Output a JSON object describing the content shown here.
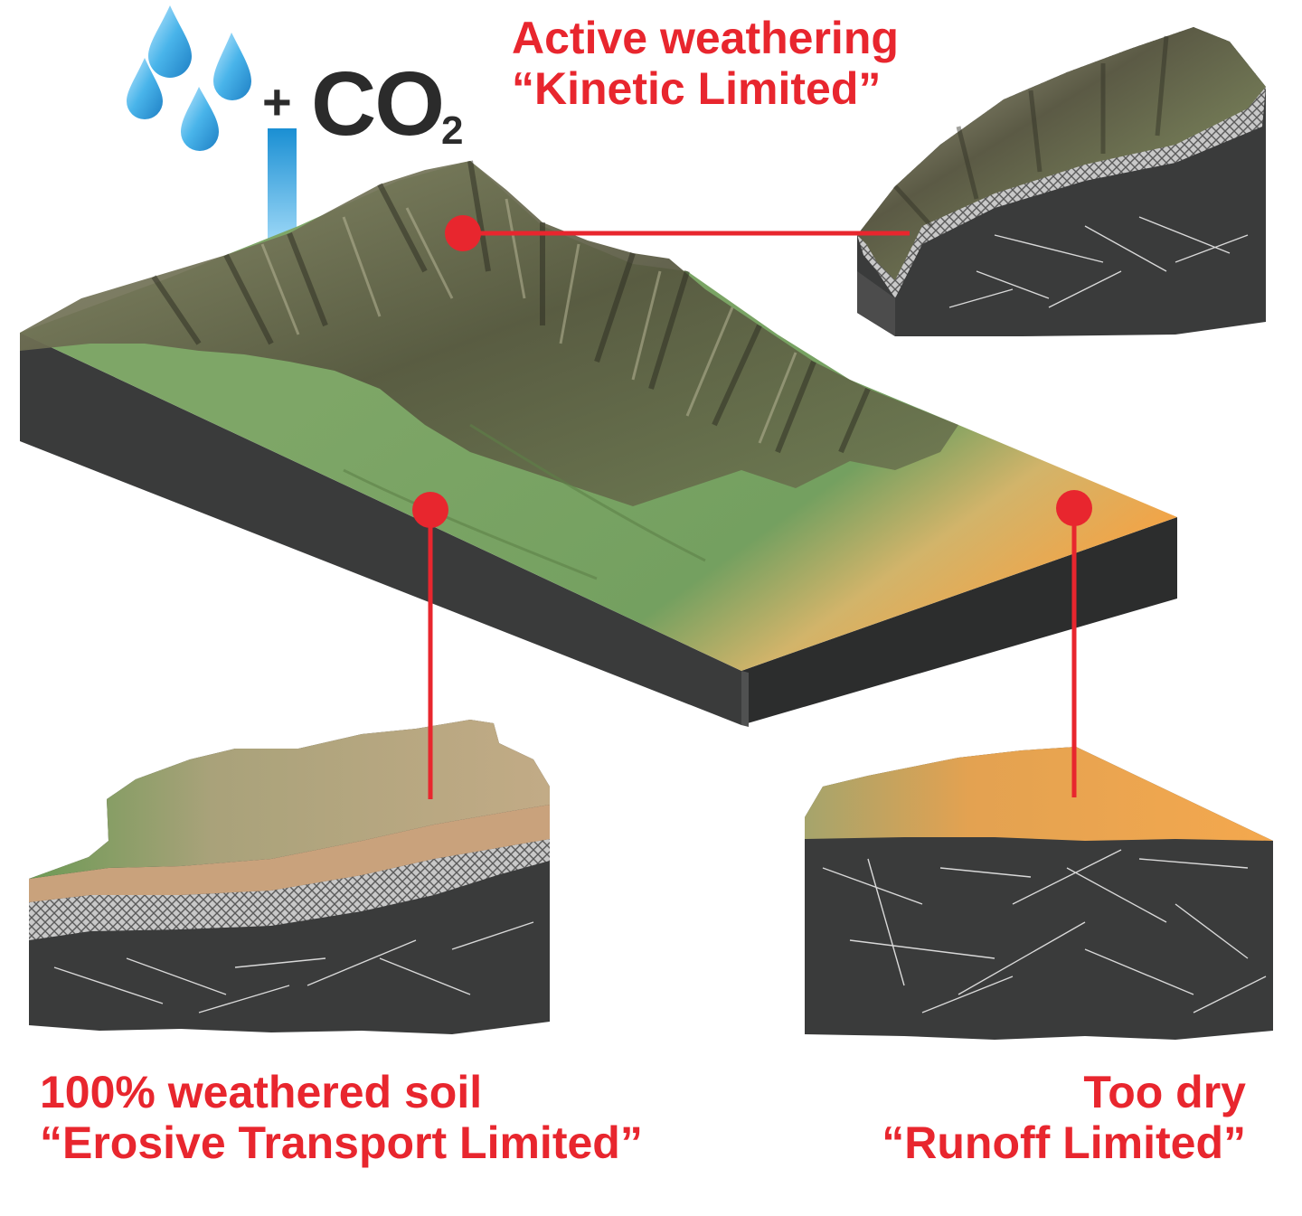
{
  "co2": {
    "plus": "+",
    "formula": "CO",
    "subscript": "2"
  },
  "callouts": {
    "kinetic": {
      "line1": "Active weathering",
      "line2": "“Kinetic Limited”"
    },
    "erosive": {
      "line1": "100% weathered soil",
      "line2": "“Erosive Transport Limited”"
    },
    "runoff": {
      "line1": "Too dry",
      "line2": "“Runoff Limited”"
    }
  },
  "colors": {
    "accent": "#e8262e",
    "bedrock": "#3a3b3b",
    "vegetation": "#6f9a58",
    "mountain": "#5c5c46",
    "arid": "#f0a24a",
    "soil": "#c9a27c",
    "saprolite": "#b8b8b8",
    "water": "#39a8e0"
  }
}
